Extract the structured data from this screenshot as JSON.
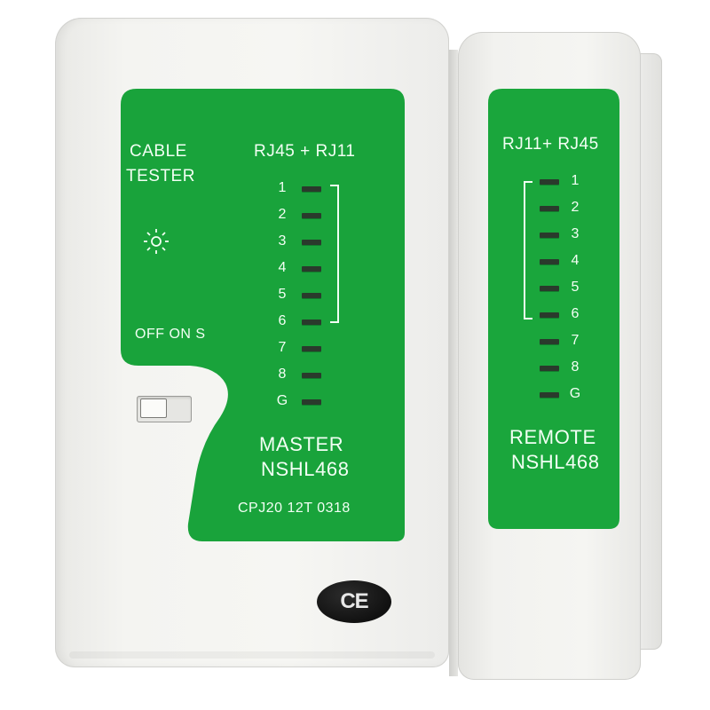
{
  "master": {
    "title_line1": "CABLE",
    "title_line2": "TESTER",
    "connector_label": "RJ45 + RJ11",
    "switch_label": "OFF ON S",
    "pins": [
      "1",
      "2",
      "3",
      "4",
      "5",
      "6",
      "7",
      "8",
      "G"
    ],
    "model_line1": "MASTER",
    "model_line2": "NSHL468",
    "serial": "CPJ20 12T 0318"
  },
  "remote": {
    "connector_label": "RJ11+ RJ45",
    "pins": [
      "1",
      "2",
      "3",
      "4",
      "5",
      "6",
      "7",
      "8",
      "G"
    ],
    "model_line1": "REMOTE",
    "model_line2": "NSHL468"
  },
  "ce_mark": "CE",
  "colors": {
    "panel_green": "#19a33b",
    "body_white": "#f4f4f1",
    "led_dark": "#2a3a2c"
  }
}
